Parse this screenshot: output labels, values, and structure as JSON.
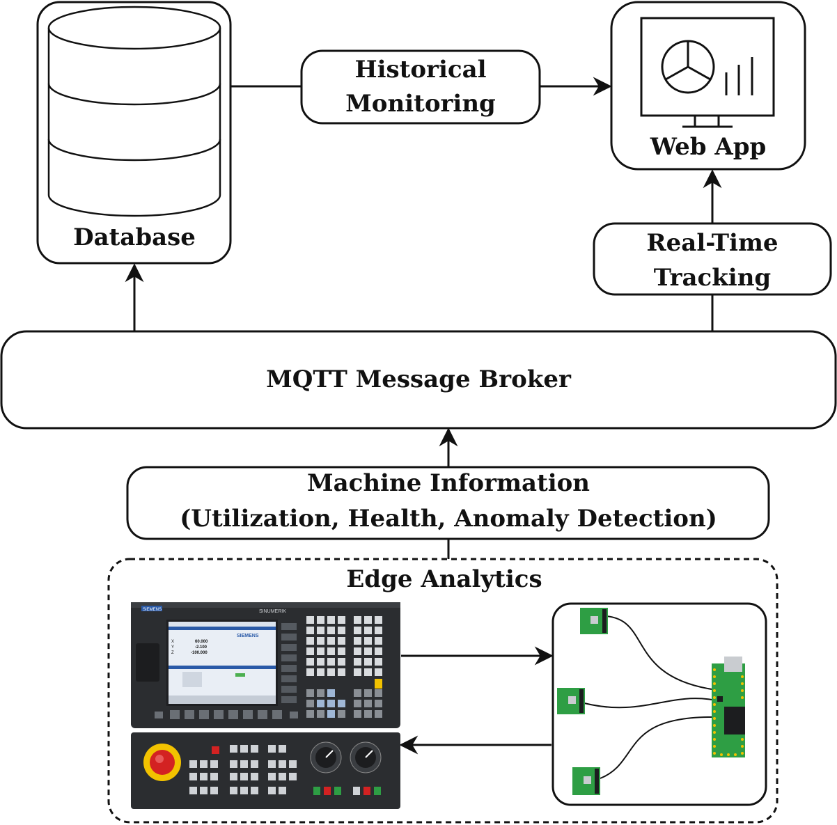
{
  "nodes": {
    "database": {
      "label": "Database"
    },
    "historical": {
      "line1": "Historical",
      "line2": "Monitoring"
    },
    "webapp": {
      "label": "Web App"
    },
    "realtime": {
      "line1": "Real-Time",
      "line2": "Tracking"
    },
    "broker": {
      "label": "MQTT Message Broker"
    },
    "machine_info": {
      "line1": "Machine Information",
      "line2": "(Utilization, Health, Anomaly Detection)"
    },
    "edge": {
      "label": "Edge Analytics"
    }
  },
  "cnc_panel": {
    "brand": "SIEMENS",
    "model": "SINUMERIK",
    "screen_brand": "SIEMENS",
    "axes": [
      {
        "axis": "X",
        "value": "60.000"
      },
      {
        "axis": "Y",
        "value": "-2.100"
      },
      {
        "axis": "Z",
        "value": "-100.000"
      }
    ]
  },
  "icons": {
    "database": "database-cylinder-icon",
    "webapp": "monitor-pie-chart-icon",
    "cnc": "cnc-controller-image",
    "sensors": "sensor-board-image"
  },
  "colors": {
    "stroke": "#111111",
    "pcb_green": "#2e9e44",
    "panel_dark": "#2b2d30",
    "screen_blue": "#2a5aa8",
    "estop_red": "#d32222",
    "estop_yellow": "#f2c200"
  }
}
